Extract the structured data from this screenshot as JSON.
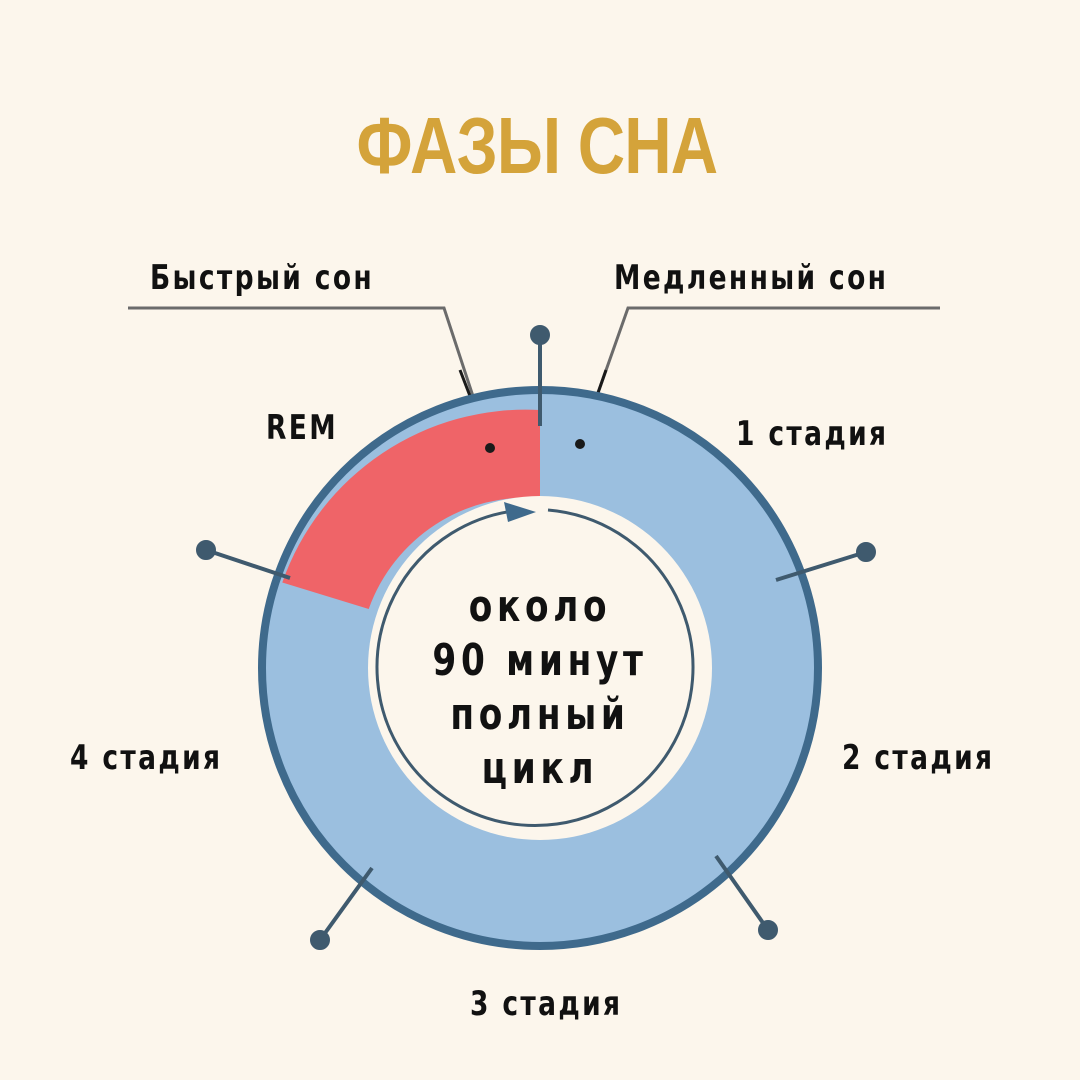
{
  "title": "ФАЗЫ СНА",
  "callouts": {
    "fast_sleep": "Быстрый сон",
    "slow_sleep": "Медленный сон"
  },
  "segments": {
    "rem": "REM",
    "stage1": "1 стадия",
    "stage2": "2 стадия",
    "stage3": "3 стадия",
    "stage4": "4 стадия"
  },
  "center": {
    "line1": "около",
    "line2": "90 минут",
    "line3": "полный",
    "line4": "цикл"
  },
  "colors": {
    "background": "#fcf6ec",
    "title": "#d4a33a",
    "rem_segment": "#ef6468",
    "nrem_segment": "#9bbfdf",
    "ring_outline": "#3f6a8c",
    "text": "#111111"
  },
  "chart_data": {
    "type": "pie",
    "title": "ФАЗЫ СНА",
    "style": "donut",
    "categories": [
      "REM",
      "1 стадия",
      "2 стадия",
      "3 стадия",
      "4 стадия"
    ],
    "groups": [
      {
        "name": "Быстрый сон",
        "members": [
          "REM"
        ]
      },
      {
        "name": "Медленный сон",
        "members": [
          "1 стадия",
          "2 стадия",
          "3 стадия",
          "4 стадия"
        ]
      }
    ],
    "values_degrees_approx": {
      "REM": 70,
      "NREM_total": 290
    },
    "center_label": "около 90 минут полный цикл",
    "annotations": [
      "cycle direction arrow: clockwise"
    ]
  }
}
